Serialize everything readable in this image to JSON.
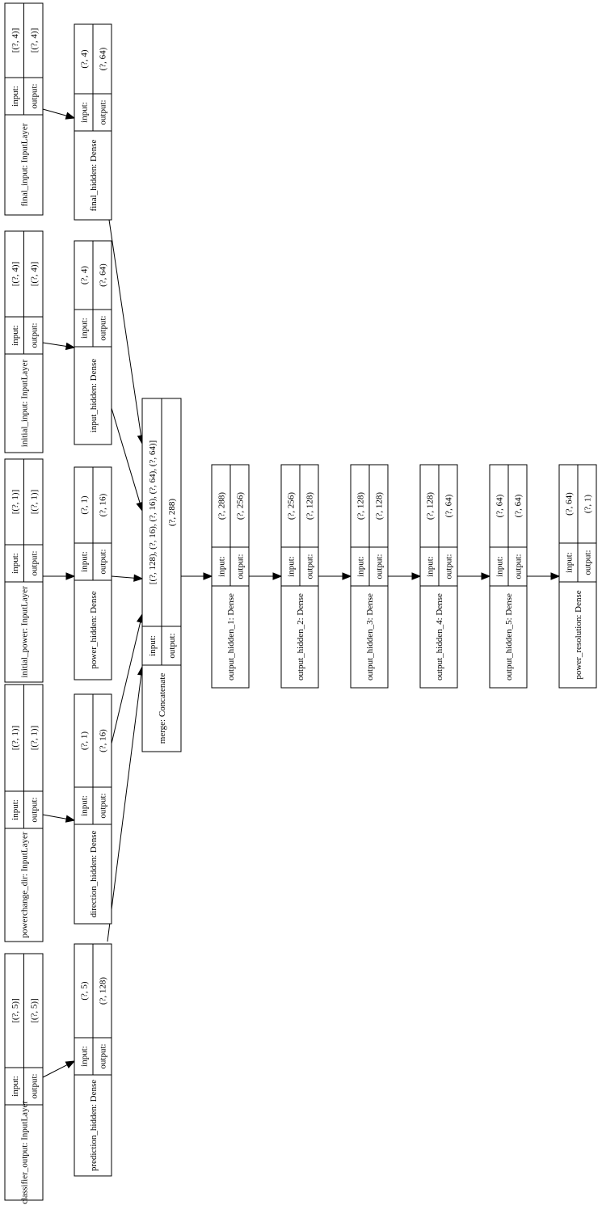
{
  "diagram": {
    "nodes": [
      {
        "id": "classifier_output",
        "name": "classifier_output: InputLayer",
        "rows": [
          {
            "label": "input:",
            "value": "[(?, 5)]"
          },
          {
            "label": "output:",
            "value": "[(?, 5)]"
          }
        ]
      },
      {
        "id": "powerchange_dir",
        "name": "powerchange_dir: InputLayer",
        "rows": [
          {
            "label": "input:",
            "value": "[(?, 1)]"
          },
          {
            "label": "output:",
            "value": "[(?, 1)]"
          }
        ]
      },
      {
        "id": "initial_power",
        "name": "initial_power: InputLayer",
        "rows": [
          {
            "label": "input:",
            "value": "[(?, 1)]"
          },
          {
            "label": "output:",
            "value": "[(?, 1)]"
          }
        ]
      },
      {
        "id": "initial_input",
        "name": "initial_input: InputLayer",
        "rows": [
          {
            "label": "input:",
            "value": "[(?, 4)]"
          },
          {
            "label": "output:",
            "value": "[(?, 4)]"
          }
        ]
      },
      {
        "id": "final_input",
        "name": "final_input: InputLayer",
        "rows": [
          {
            "label": "input:",
            "value": "[(?, 4)]"
          },
          {
            "label": "output:",
            "value": "[(?, 4)]"
          }
        ]
      },
      {
        "id": "prediction_hidden",
        "name": "prediction_hidden: Dense",
        "rows": [
          {
            "label": "input:",
            "value": "(?, 5)"
          },
          {
            "label": "output:",
            "value": "(?, 128)"
          }
        ]
      },
      {
        "id": "direction_hidden",
        "name": "direction_hidden: Dense",
        "rows": [
          {
            "label": "input:",
            "value": "(?, 1)"
          },
          {
            "label": "output:",
            "value": "(?, 16)"
          }
        ]
      },
      {
        "id": "power_hidden",
        "name": "power_hidden: Dense",
        "rows": [
          {
            "label": "input:",
            "value": "(?, 1)"
          },
          {
            "label": "output:",
            "value": "(?, 16)"
          }
        ]
      },
      {
        "id": "input_hidden",
        "name": "input_hidden: Dense",
        "rows": [
          {
            "label": "input:",
            "value": "(?, 4)"
          },
          {
            "label": "output:",
            "value": "(?, 64)"
          }
        ]
      },
      {
        "id": "final_hidden",
        "name": "final_hidden: Dense",
        "rows": [
          {
            "label": "input:",
            "value": "(?, 4)"
          },
          {
            "label": "output:",
            "value": "(?, 64)"
          }
        ]
      },
      {
        "id": "merge",
        "name": "merge: Concatenate",
        "rows": [
          {
            "label": "input:",
            "value": "[(?, 128), (?, 16), (?, 16), (?, 64), (?, 64)]"
          },
          {
            "label": "output:",
            "value": "(?, 288)"
          }
        ]
      },
      {
        "id": "output_hidden_1",
        "name": "output_hidden_1: Dense",
        "rows": [
          {
            "label": "input:",
            "value": "(?, 288)"
          },
          {
            "label": "output:",
            "value": "(?, 256)"
          }
        ]
      },
      {
        "id": "output_hidden_2",
        "name": "output_hidden_2: Dense",
        "rows": [
          {
            "label": "input:",
            "value": "(?, 256)"
          },
          {
            "label": "output:",
            "value": "(?, 128)"
          }
        ]
      },
      {
        "id": "output_hidden_3",
        "name": "output_hidden_3: Dense",
        "rows": [
          {
            "label": "input:",
            "value": "(?, 128)"
          },
          {
            "label": "output:",
            "value": "(?, 128)"
          }
        ]
      },
      {
        "id": "output_hidden_4",
        "name": "output_hidden_4: Dense",
        "rows": [
          {
            "label": "input:",
            "value": "(?, 128)"
          },
          {
            "label": "output:",
            "value": "(?, 64)"
          }
        ]
      },
      {
        "id": "output_hidden_5",
        "name": "output_hidden_5: Dense",
        "rows": [
          {
            "label": "input:",
            "value": "(?, 64)"
          },
          {
            "label": "output:",
            "value": "(?, 64)"
          }
        ]
      },
      {
        "id": "power_resolution",
        "name": "power_resolution: Dense",
        "rows": [
          {
            "label": "input:",
            "value": "(?, 64)"
          },
          {
            "label": "output:",
            "value": "(?, 1)"
          }
        ]
      }
    ],
    "edges": [
      [
        "classifier_output",
        "prediction_hidden"
      ],
      [
        "powerchange_dir",
        "direction_hidden"
      ],
      [
        "initial_power",
        "power_hidden"
      ],
      [
        "initial_input",
        "input_hidden"
      ],
      [
        "final_input",
        "final_hidden"
      ],
      [
        "prediction_hidden",
        "merge"
      ],
      [
        "direction_hidden",
        "merge"
      ],
      [
        "power_hidden",
        "merge"
      ],
      [
        "input_hidden",
        "merge"
      ],
      [
        "final_hidden",
        "merge"
      ],
      [
        "merge",
        "output_hidden_1"
      ],
      [
        "output_hidden_1",
        "output_hidden_2"
      ],
      [
        "output_hidden_2",
        "output_hidden_3"
      ],
      [
        "output_hidden_3",
        "output_hidden_4"
      ],
      [
        "output_hidden_4",
        "output_hidden_5"
      ],
      [
        "output_hidden_5",
        "power_resolution"
      ]
    ]
  }
}
